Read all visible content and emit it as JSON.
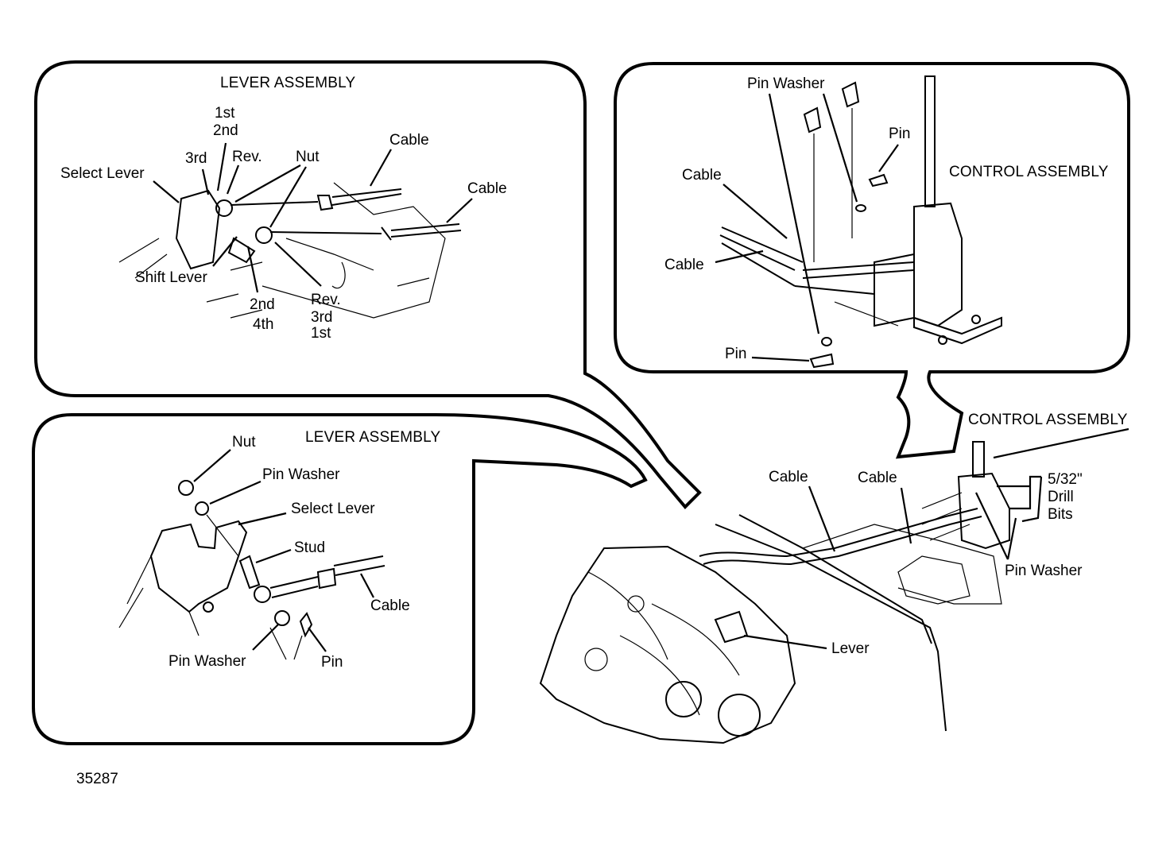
{
  "figure_number": "35287",
  "panels": {
    "lever_top": {
      "title": "LEVER ASSEMBLY",
      "labels": {
        "pos_1st": "1st",
        "pos_2nd": "2nd",
        "pos_3rd": "3rd",
        "rev": "Rev.",
        "nut": "Nut",
        "cable_a": "Cable",
        "cable_b": "Cable",
        "select_lever": "Select Lever",
        "shift_lever": "Shift Lever",
        "bottom_2nd": "2nd",
        "bottom_4th": "4th",
        "bottom_rev": "Rev.",
        "bottom_3rd": "3rd",
        "bottom_1st": "1st"
      }
    },
    "control_top": {
      "title": "CONTROL ASSEMBLY",
      "labels": {
        "pin_washer": "Pin Washer",
        "pin_top": "Pin",
        "cable_a": "Cable",
        "cable_b": "Cable",
        "pin_bottom": "Pin"
      }
    },
    "lever_bottom": {
      "title": "LEVER ASSEMBLY",
      "labels": {
        "nut": "Nut",
        "pin_washer_top": "Pin Washer",
        "select_lever": "Select Lever",
        "stud": "Stud",
        "cable": "Cable",
        "pin_washer_bottom": "Pin Washer",
        "pin": "Pin"
      }
    },
    "main_view": {
      "control_assembly": "CONTROL ASSEMBLY",
      "cable_a": "Cable",
      "cable_b": "Cable",
      "drill_size": "5/32\"",
      "drill_line1": "Drill",
      "drill_line2": "Bits",
      "pin_washer": "Pin Washer",
      "lever": "Lever"
    }
  }
}
